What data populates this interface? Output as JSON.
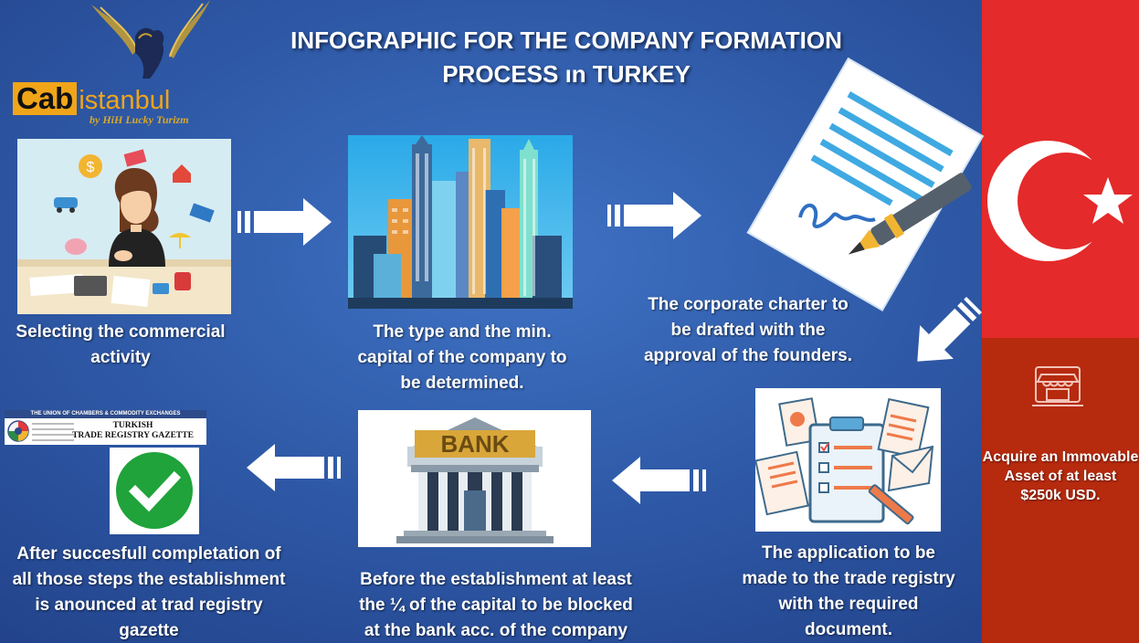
{
  "title": {
    "line1": "INFOGRAPHIC FOR THE COMPANY FORMATION",
    "line2": "PROCESS ın TURKEY"
  },
  "logo": {
    "brand_bold": "Cab",
    "brand_light": "istanbul",
    "tagline": "by HiH Lucky Turizm"
  },
  "steps": [
    {
      "caption_lines": [
        "Selecting the commercial",
        "activity"
      ],
      "illustration": "woman-at-desk-thinking"
    },
    {
      "caption_lines": [
        "The type and the min.",
        "capital of the company to",
        "be determined."
      ],
      "illustration": "city-skyscrapers"
    },
    {
      "caption_lines": [
        "The corporate charter to",
        "be drafted with the",
        "approval of the founders."
      ],
      "illustration": "document-and-pen"
    },
    {
      "caption_lines": [
        "The application to be",
        "made to the trade registry",
        "with the required",
        "document."
      ],
      "illustration": "clipboard-forms"
    },
    {
      "caption_lines": [
        "Before the establishment at least",
        "the ¼  of the capital to be blocked",
        "at the bank acc. of the company"
      ],
      "illustration": "bank-building",
      "sign_text": "BANK"
    },
    {
      "caption_lines": [
        "After succesfull completation of",
        "all those steps the establishment",
        "is anounced at trad registry",
        "gazette"
      ],
      "illustration": "green-check"
    }
  ],
  "gazette": {
    "header": "THE UNION OF CHAMBERS & COMMODITY EXCHANGES",
    "title_line1": "TURKISH",
    "title_line2": "TRADE REGISTRY GAZETTE"
  },
  "side_panel": {
    "lines": [
      "Acquire an Immovable",
      "Asset of at least",
      "$250k USD."
    ],
    "icon": "storefront-icon"
  },
  "colors": {
    "background": "#2f5aa8",
    "flag_red": "#e42a2a",
    "side_panel": "#b62a0e",
    "logo_gold": "#f0a519",
    "check_green": "#1fa33a"
  }
}
